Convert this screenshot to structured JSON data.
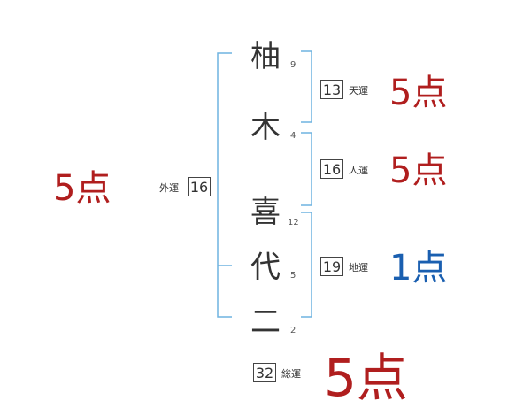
{
  "name_chars": [
    {
      "char": "柚",
      "strokes": "9"
    },
    {
      "char": "木",
      "strokes": "4"
    },
    {
      "char": "喜",
      "strokes": "12"
    },
    {
      "char": "代",
      "strokes": "5"
    },
    {
      "char": "二",
      "strokes": "2"
    }
  ],
  "fortunes": {
    "ten": {
      "value": "13",
      "label": "天運",
      "score": "5点"
    },
    "jin": {
      "value": "16",
      "label": "人運",
      "score": "5点"
    },
    "chi": {
      "value": "19",
      "label": "地運",
      "score": "1点"
    },
    "gai": {
      "value": "16",
      "label": "外運",
      "score": "5点"
    },
    "sou": {
      "value": "32",
      "label": "総運",
      "score": "5点"
    }
  },
  "colors": {
    "bracket": "#6fb3e0",
    "score_good": "#b01e1e",
    "score_bad": "#1a5fb0"
  }
}
